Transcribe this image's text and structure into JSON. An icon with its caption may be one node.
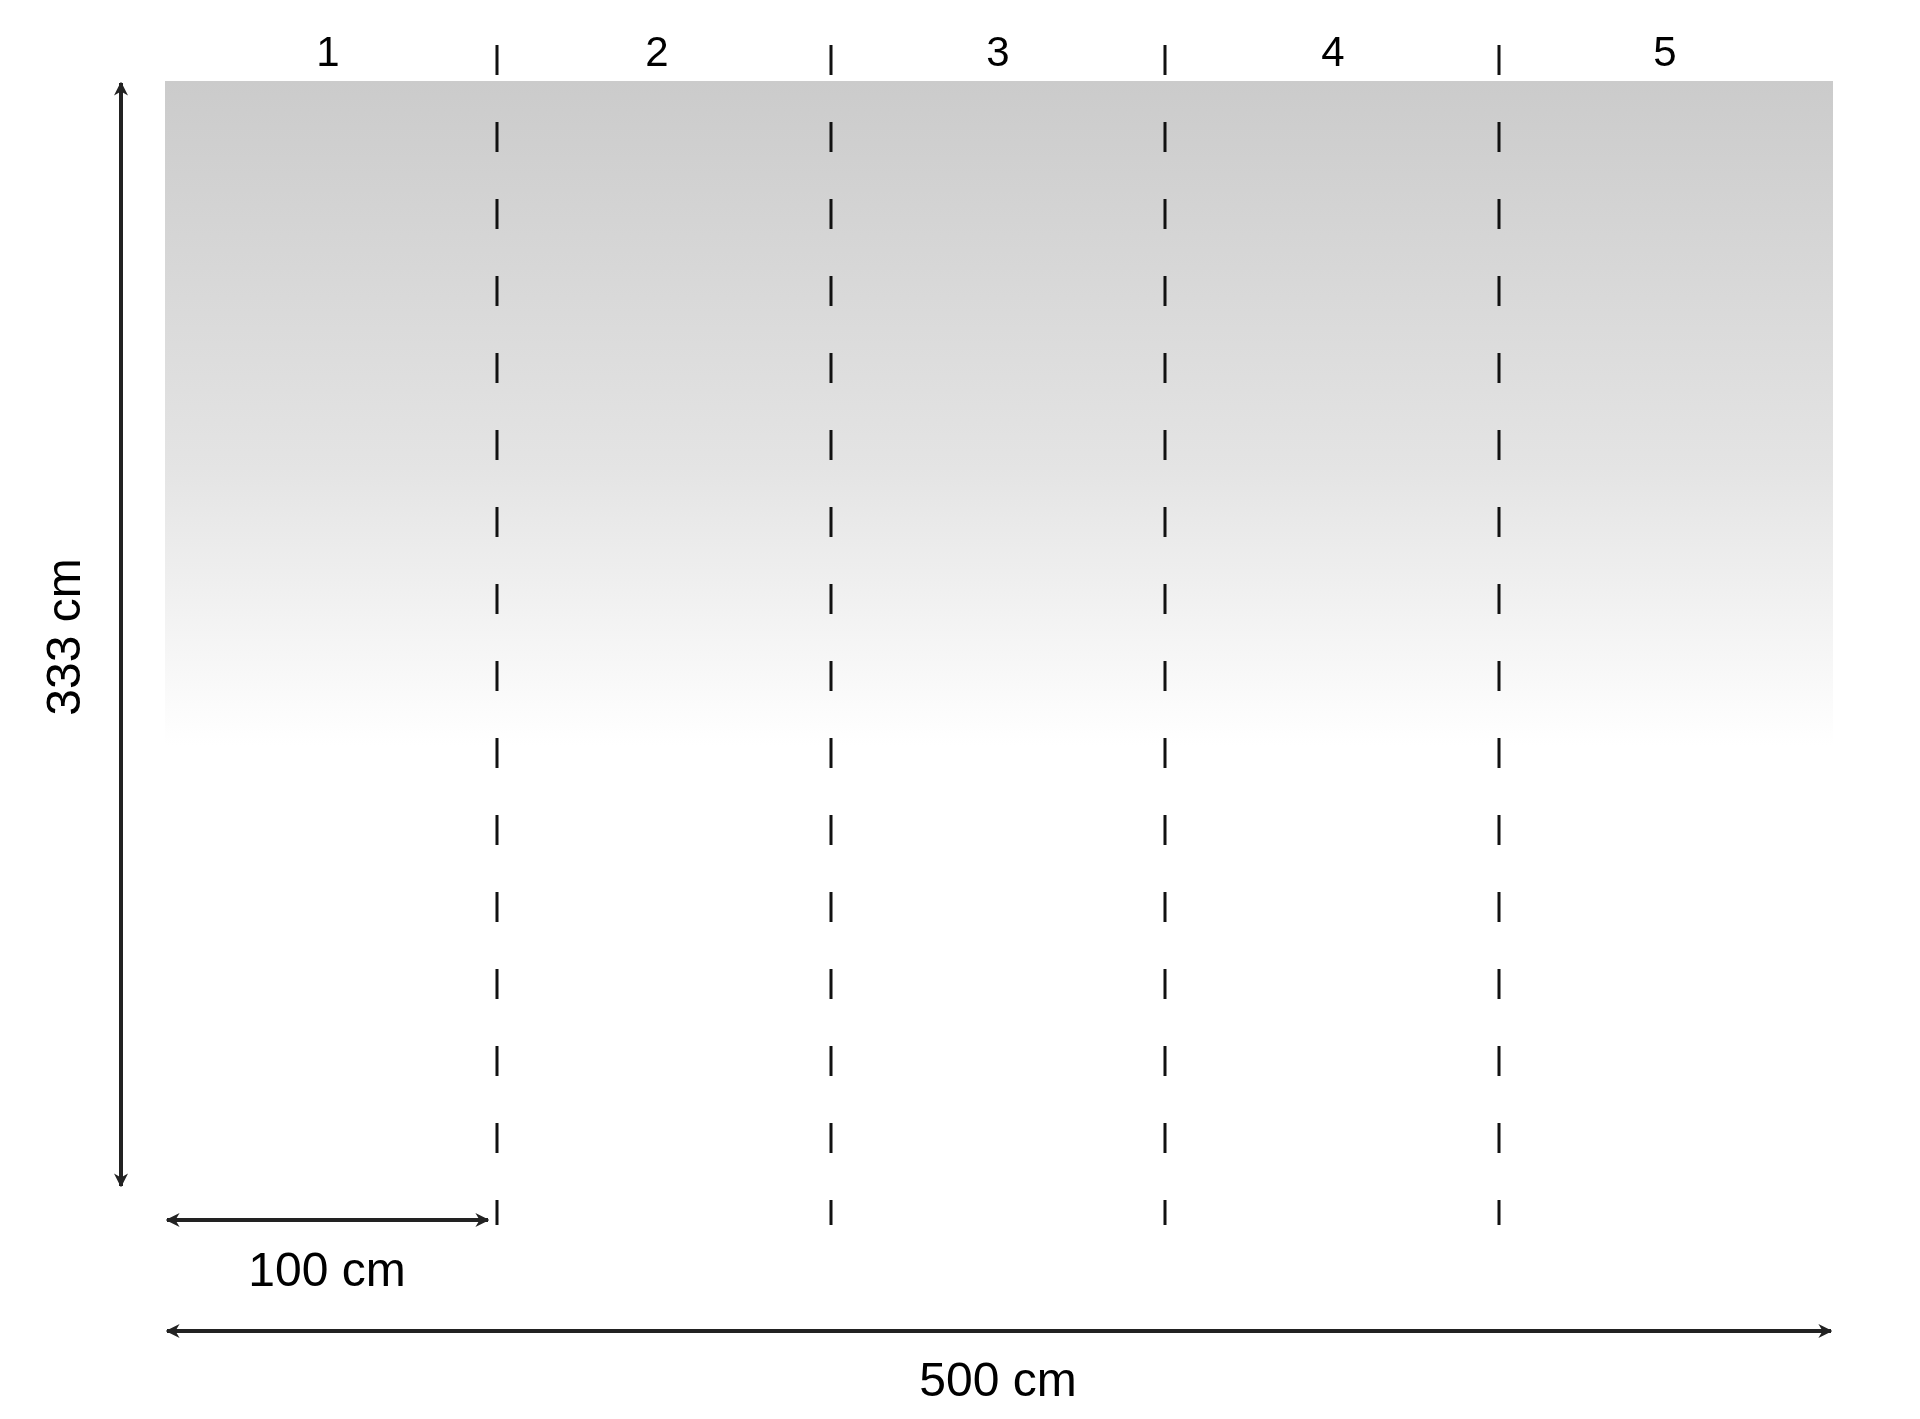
{
  "diagram": {
    "labels": [
      "1",
      "2",
      "3",
      "4",
      "5",
      "333 cm",
      "100 cm",
      "500 cm"
    ]
  }
}
